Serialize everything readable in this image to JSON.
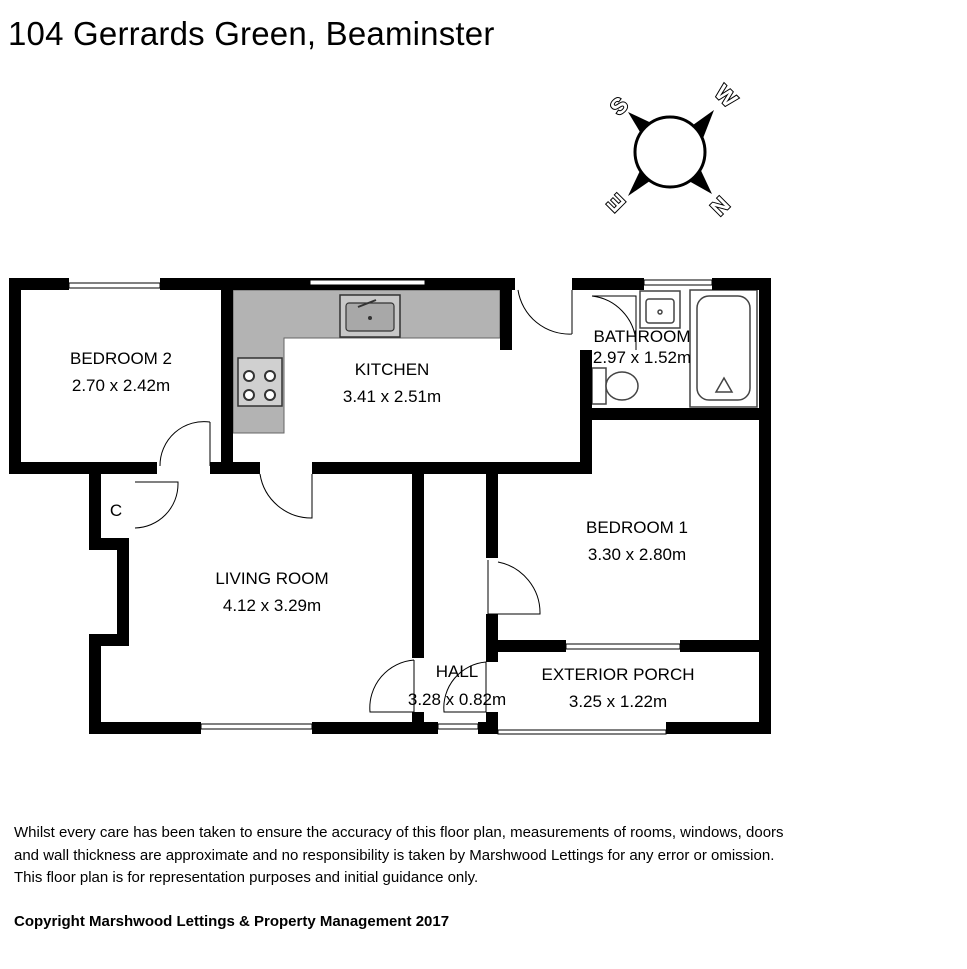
{
  "title": "104 Gerrards Green, Beaminster",
  "compass": {
    "n": "N",
    "s": "S",
    "e": "E",
    "w": "W"
  },
  "rooms": {
    "bedroom2": {
      "name": "BEDROOM 2",
      "size": "2.70 x 2.42m"
    },
    "kitchen": {
      "name": "KITCHEN",
      "size": "3.41 x 2.51m"
    },
    "bathroom": {
      "name": "BATHROOM",
      "size": "2.97 x 1.52m"
    },
    "cupboard": {
      "name": "C"
    },
    "living_room": {
      "name": "LIVING ROOM",
      "size": "4.12 x 3.29m"
    },
    "bedroom1": {
      "name": "BEDROOM 1",
      "size": "3.30 x 2.80m"
    },
    "hall": {
      "name": "HALL",
      "size": "3.28 x 0.82m"
    },
    "exterior_porch": {
      "name": "EXTERIOR PORCH",
      "size": "3.25 x 1.22m"
    }
  },
  "disclaimer": [
    "Whilst every care has been taken to ensure the accuracy of this floor plan, measurements of rooms, windows, doors",
    "and wall thickness are approximate and no responsibility is taken by Marshwood Lettings for any error or omission.",
    "This floor plan is for representation purposes and initial guidance only."
  ],
  "copyright": "Copyright Marshwood Lettings & Property Management 2017",
  "colors": {
    "wall": "#000000",
    "worktop": "#b3b3b3",
    "background": "#ffffff"
  }
}
